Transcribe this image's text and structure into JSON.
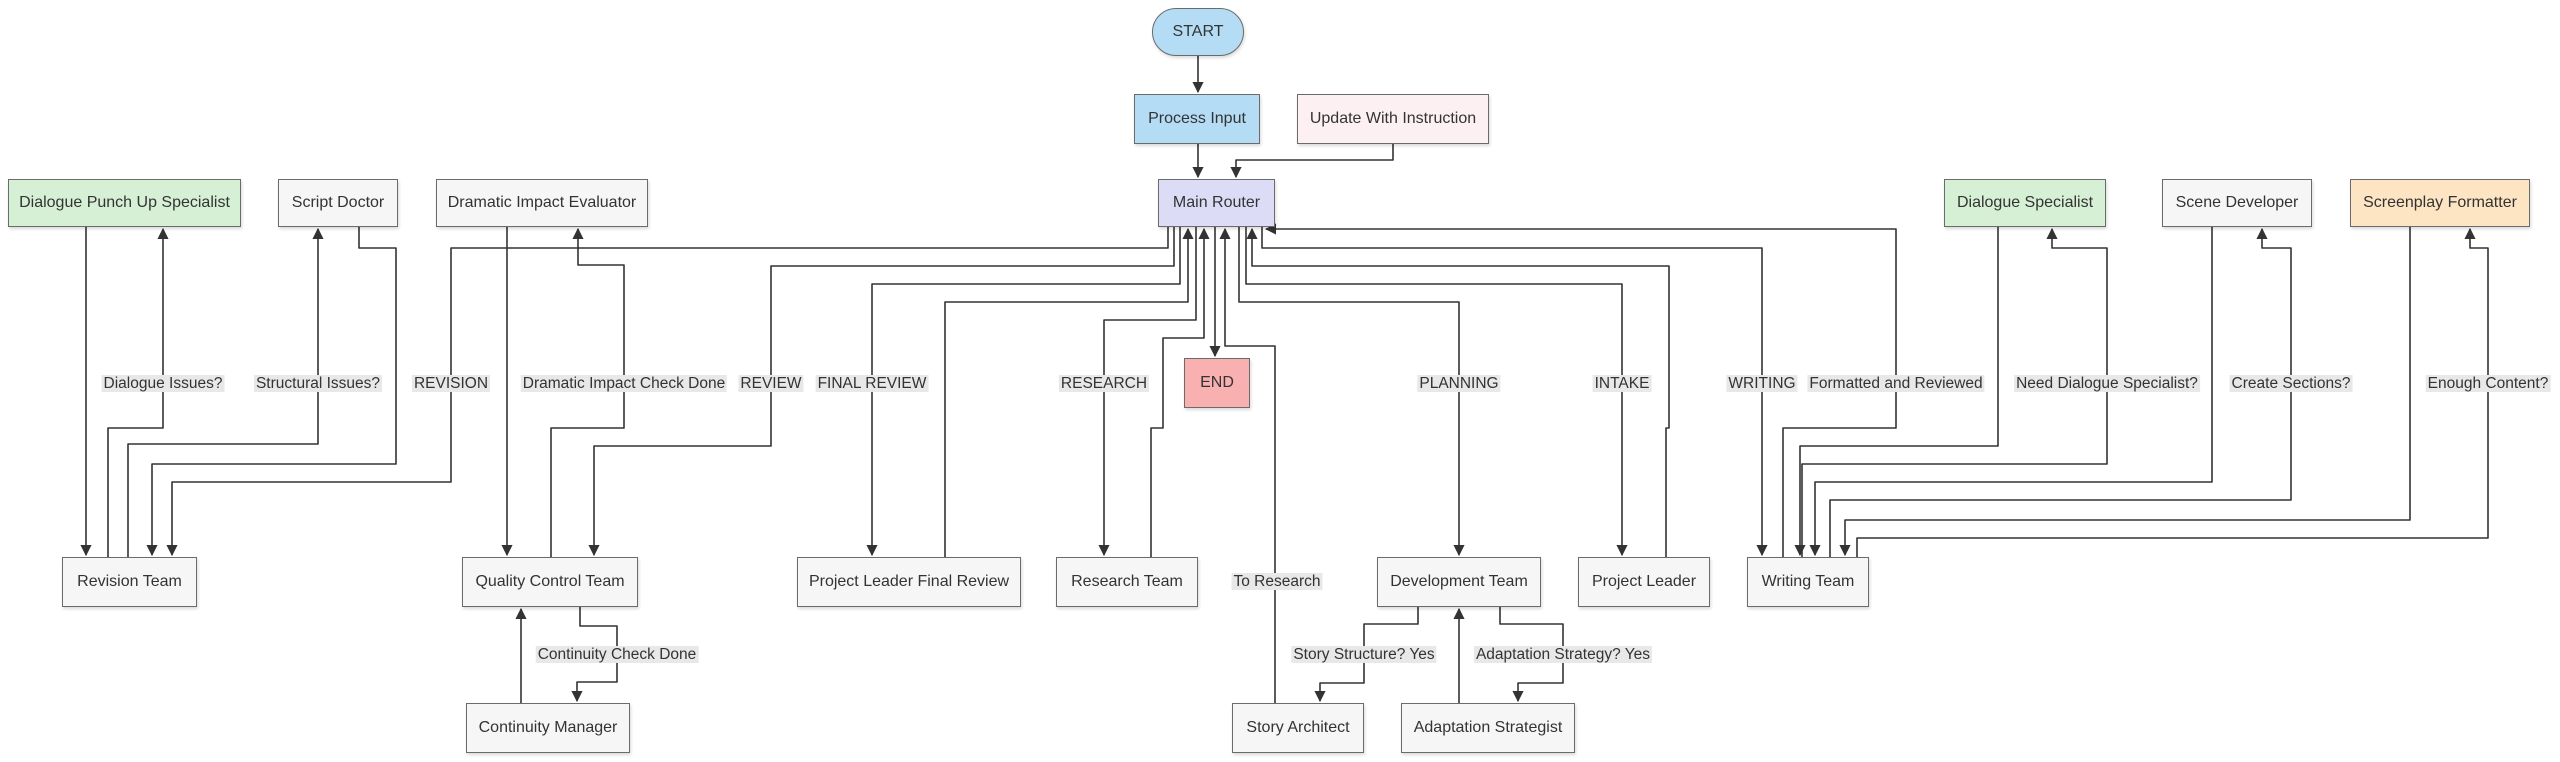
{
  "colors": {
    "default_fill": "#f6f6f6",
    "start_fill": "#b5dcf5",
    "process_input_fill": "#b5dcf5",
    "update_fill": "#fdf0f3",
    "router_fill": "#dcdcf7",
    "end_fill": "#f8b0b0",
    "green_fill": "#d6f0d6",
    "orange_fill": "#fde4c3"
  },
  "nodes": {
    "start": "START",
    "process_input": "Process Input",
    "update_with_instruction": "Update With Instruction",
    "main_router": "Main Router",
    "end": "END",
    "dialogue_punch_up_specialist": "Dialogue Punch Up Specialist",
    "script_doctor": "Script Doctor",
    "dramatic_impact_evaluator": "Dramatic Impact Evaluator",
    "dialogue_specialist": "Dialogue Specialist",
    "scene_developer": "Scene Developer",
    "screenplay_formatter": "Screenplay Formatter",
    "revision_team": "Revision Team",
    "quality_control_team": "Quality Control Team",
    "project_leader_final_review": "Project Leader Final Review",
    "research_team": "Research Team",
    "development_team": "Development Team",
    "project_leader": "Project Leader",
    "writing_team": "Writing Team",
    "continuity_manager": "Continuity Manager",
    "story_architect": "Story Architect",
    "adaptation_strategist": "Adaptation Strategist"
  },
  "edge_labels": {
    "dialogue_issues": "Dialogue Issues?",
    "structural_issues": "Structural Issues?",
    "revision": "REVISION",
    "dramatic_impact_check_done": "Dramatic Impact Check Done",
    "review": "REVIEW",
    "final_review": "FINAL REVIEW",
    "research": "RESEARCH",
    "planning": "PLANNING",
    "intake": "INTAKE",
    "writing": "WRITING",
    "formatted_and_reviewed": "Formatted and Reviewed",
    "need_dialogue_specialist": "Need Dialogue Specialist?",
    "create_sections": "Create Sections?",
    "enough_content": "Enough Content?",
    "to_research": "To Research",
    "continuity_check_done": "Continuity Check Done",
    "story_structure_yes": "Story Structure? Yes",
    "adaptation_strategy_yes": "Adaptation Strategy? Yes"
  }
}
